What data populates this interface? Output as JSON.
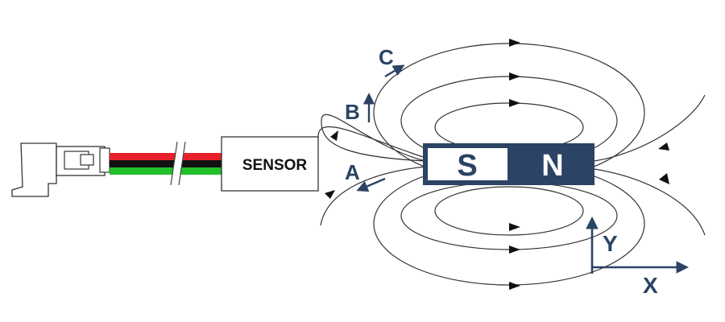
{
  "sensor": {
    "label": "SENSOR"
  },
  "magnet": {
    "south_label": "S",
    "north_label": "N"
  },
  "field_points": {
    "a": "A",
    "b": "B",
    "c": "C"
  },
  "axes": {
    "x_label": "X",
    "y_label": "Y"
  },
  "colors": {
    "navy": "#2b4364",
    "wire_red": "#e8202a",
    "wire_black": "#111111",
    "wire_green": "#22c02a"
  },
  "icons": [
    "connector-plug",
    "wire-break-marks",
    "arrowhead"
  ]
}
